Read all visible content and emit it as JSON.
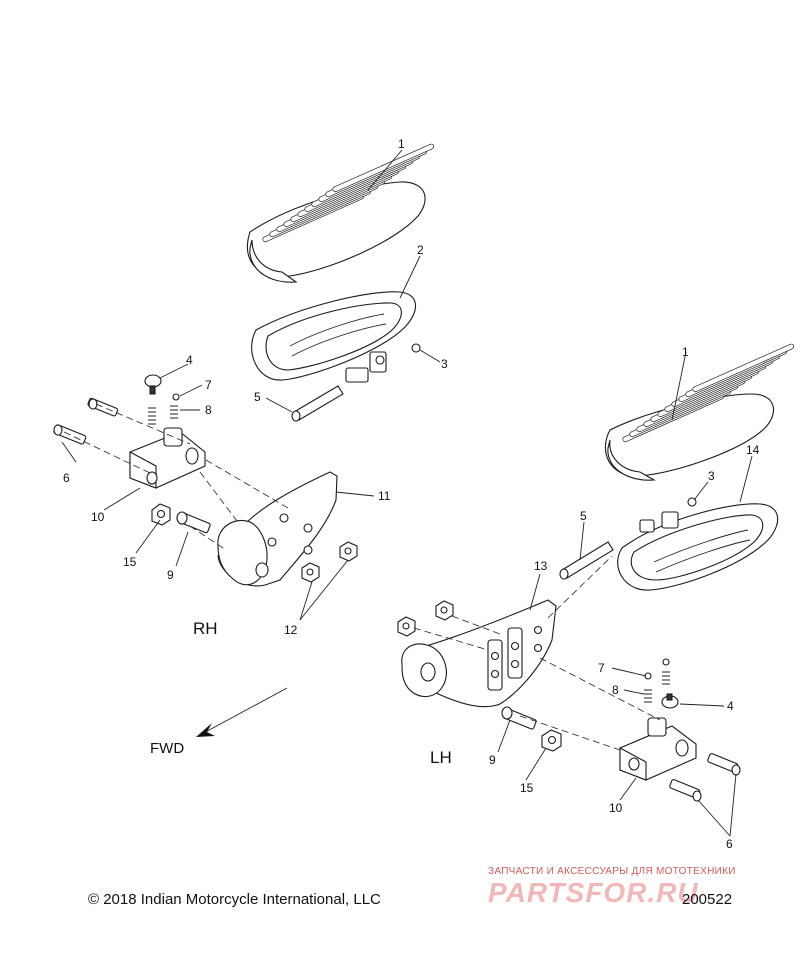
{
  "callouts": {
    "c1a": "1",
    "c2": "2",
    "c3a": "3",
    "c4a": "4",
    "c5a": "5",
    "c6a": "6",
    "c7a": "7",
    "c8a": "8",
    "c9a": "9",
    "c10a": "10",
    "c11": "11",
    "c12": "12",
    "c15a": "15",
    "c1b": "1",
    "c3b": "3",
    "c14": "14",
    "c5b": "5",
    "c13": "13",
    "c7b": "7",
    "c8b": "8",
    "c4b": "4",
    "c9b": "9",
    "c15b": "15",
    "c10b": "10",
    "c6b": "6"
  },
  "labels": {
    "rh": "RH",
    "lh": "LH",
    "fwd": "FWD"
  },
  "footer": {
    "copyright": "© 2018 Indian Motorcycle International, LLC",
    "diagram_number": "200522"
  },
  "watermark": {
    "tagline": "ЗАПЧАСТИ И АКСЕССУАРЫ ДЛЯ МОТОТЕХНИКИ",
    "logo": "PARTSFOR.RU"
  }
}
